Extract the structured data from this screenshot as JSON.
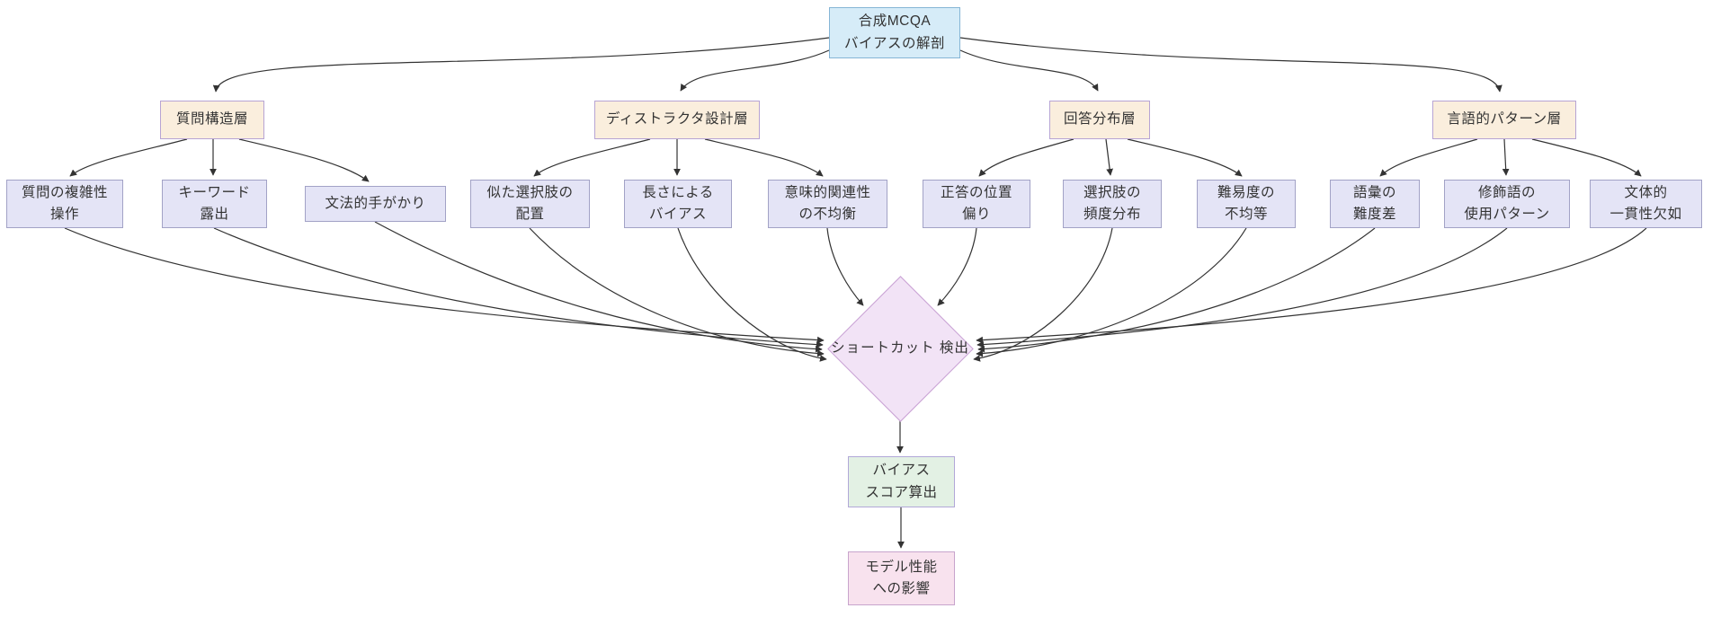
{
  "colors": {
    "root_fill": "#d6ecf8",
    "root_stroke": "#85b5d5",
    "layer_fill": "#faeedd",
    "layer_stroke": "#b7a4d4",
    "factor_fill": "#e4e4f6",
    "factor_stroke": "#a2a2c6",
    "decision_fill": "#f2e3f6",
    "decision_stroke": "#c9a2d4",
    "score_fill": "#e3f1e4",
    "score_stroke": "#b2a8d8",
    "impact_fill": "#f8e2ee",
    "impact_stroke": "#c8a4cc",
    "edge_color": "#333333",
    "text_color": "#333333"
  },
  "nodes": {
    "root": {
      "line1": "合成MCQA",
      "line2": "バイアスの解剖"
    },
    "question_structure": {
      "label": "質問構造層"
    },
    "distractor_design": {
      "label": "ディストラクタ設計層"
    },
    "answer_distribution": {
      "label": "回答分布層"
    },
    "linguistic_pattern": {
      "label": "言語的パターン層"
    },
    "f1": {
      "line1": "質問の複雑性",
      "line2": "操作"
    },
    "f2": {
      "line1": "キーワード",
      "line2": "露出"
    },
    "f3": {
      "label": "文法的手がかり"
    },
    "f4": {
      "line1": "似た選択肢の",
      "line2": "配置"
    },
    "f5": {
      "line1": "長さによる",
      "line2": "バイアス"
    },
    "f6": {
      "line1": "意味的関連性",
      "line2": "の不均衡"
    },
    "f7": {
      "line1": "正答の位置",
      "line2": "偏り"
    },
    "f8": {
      "line1": "選択肢の",
      "line2": "頻度分布"
    },
    "f9": {
      "line1": "難易度の",
      "line2": "不均等"
    },
    "f10": {
      "line1": "語彙の",
      "line2": "難度差"
    },
    "f11": {
      "line1": "修飾語の",
      "line2": "使用パターン"
    },
    "f12": {
      "line1": "文体的",
      "line2": "一貫性欠如"
    },
    "shortcut_detection": {
      "line1": "ショートカット",
      "line2": "検出"
    },
    "bias_score": {
      "line1": "バイアス",
      "line2": "スコア算出"
    },
    "model_impact": {
      "line1": "モデル性能",
      "line2": "への影響"
    }
  },
  "edges": [
    {
      "from": "root",
      "to": "question_structure"
    },
    {
      "from": "root",
      "to": "distractor_design"
    },
    {
      "from": "root",
      "to": "answer_distribution"
    },
    {
      "from": "root",
      "to": "linguistic_pattern"
    },
    {
      "from": "question_structure",
      "to": "f1"
    },
    {
      "from": "question_structure",
      "to": "f2"
    },
    {
      "from": "question_structure",
      "to": "f3"
    },
    {
      "from": "distractor_design",
      "to": "f4"
    },
    {
      "from": "distractor_design",
      "to": "f5"
    },
    {
      "from": "distractor_design",
      "to": "f6"
    },
    {
      "from": "answer_distribution",
      "to": "f7"
    },
    {
      "from": "answer_distribution",
      "to": "f8"
    },
    {
      "from": "answer_distribution",
      "to": "f9"
    },
    {
      "from": "linguistic_pattern",
      "to": "f10"
    },
    {
      "from": "linguistic_pattern",
      "to": "f11"
    },
    {
      "from": "linguistic_pattern",
      "to": "f12"
    },
    {
      "from": "f1",
      "to": "shortcut_detection"
    },
    {
      "from": "f2",
      "to": "shortcut_detection"
    },
    {
      "from": "f3",
      "to": "shortcut_detection"
    },
    {
      "from": "f4",
      "to": "shortcut_detection"
    },
    {
      "from": "f5",
      "to": "shortcut_detection"
    },
    {
      "from": "f6",
      "to": "shortcut_detection"
    },
    {
      "from": "f7",
      "to": "shortcut_detection"
    },
    {
      "from": "f8",
      "to": "shortcut_detection"
    },
    {
      "from": "f9",
      "to": "shortcut_detection"
    },
    {
      "from": "f10",
      "to": "shortcut_detection"
    },
    {
      "from": "f11",
      "to": "shortcut_detection"
    },
    {
      "from": "f12",
      "to": "shortcut_detection"
    },
    {
      "from": "shortcut_detection",
      "to": "bias_score"
    },
    {
      "from": "bias_score",
      "to": "model_impact"
    }
  ]
}
